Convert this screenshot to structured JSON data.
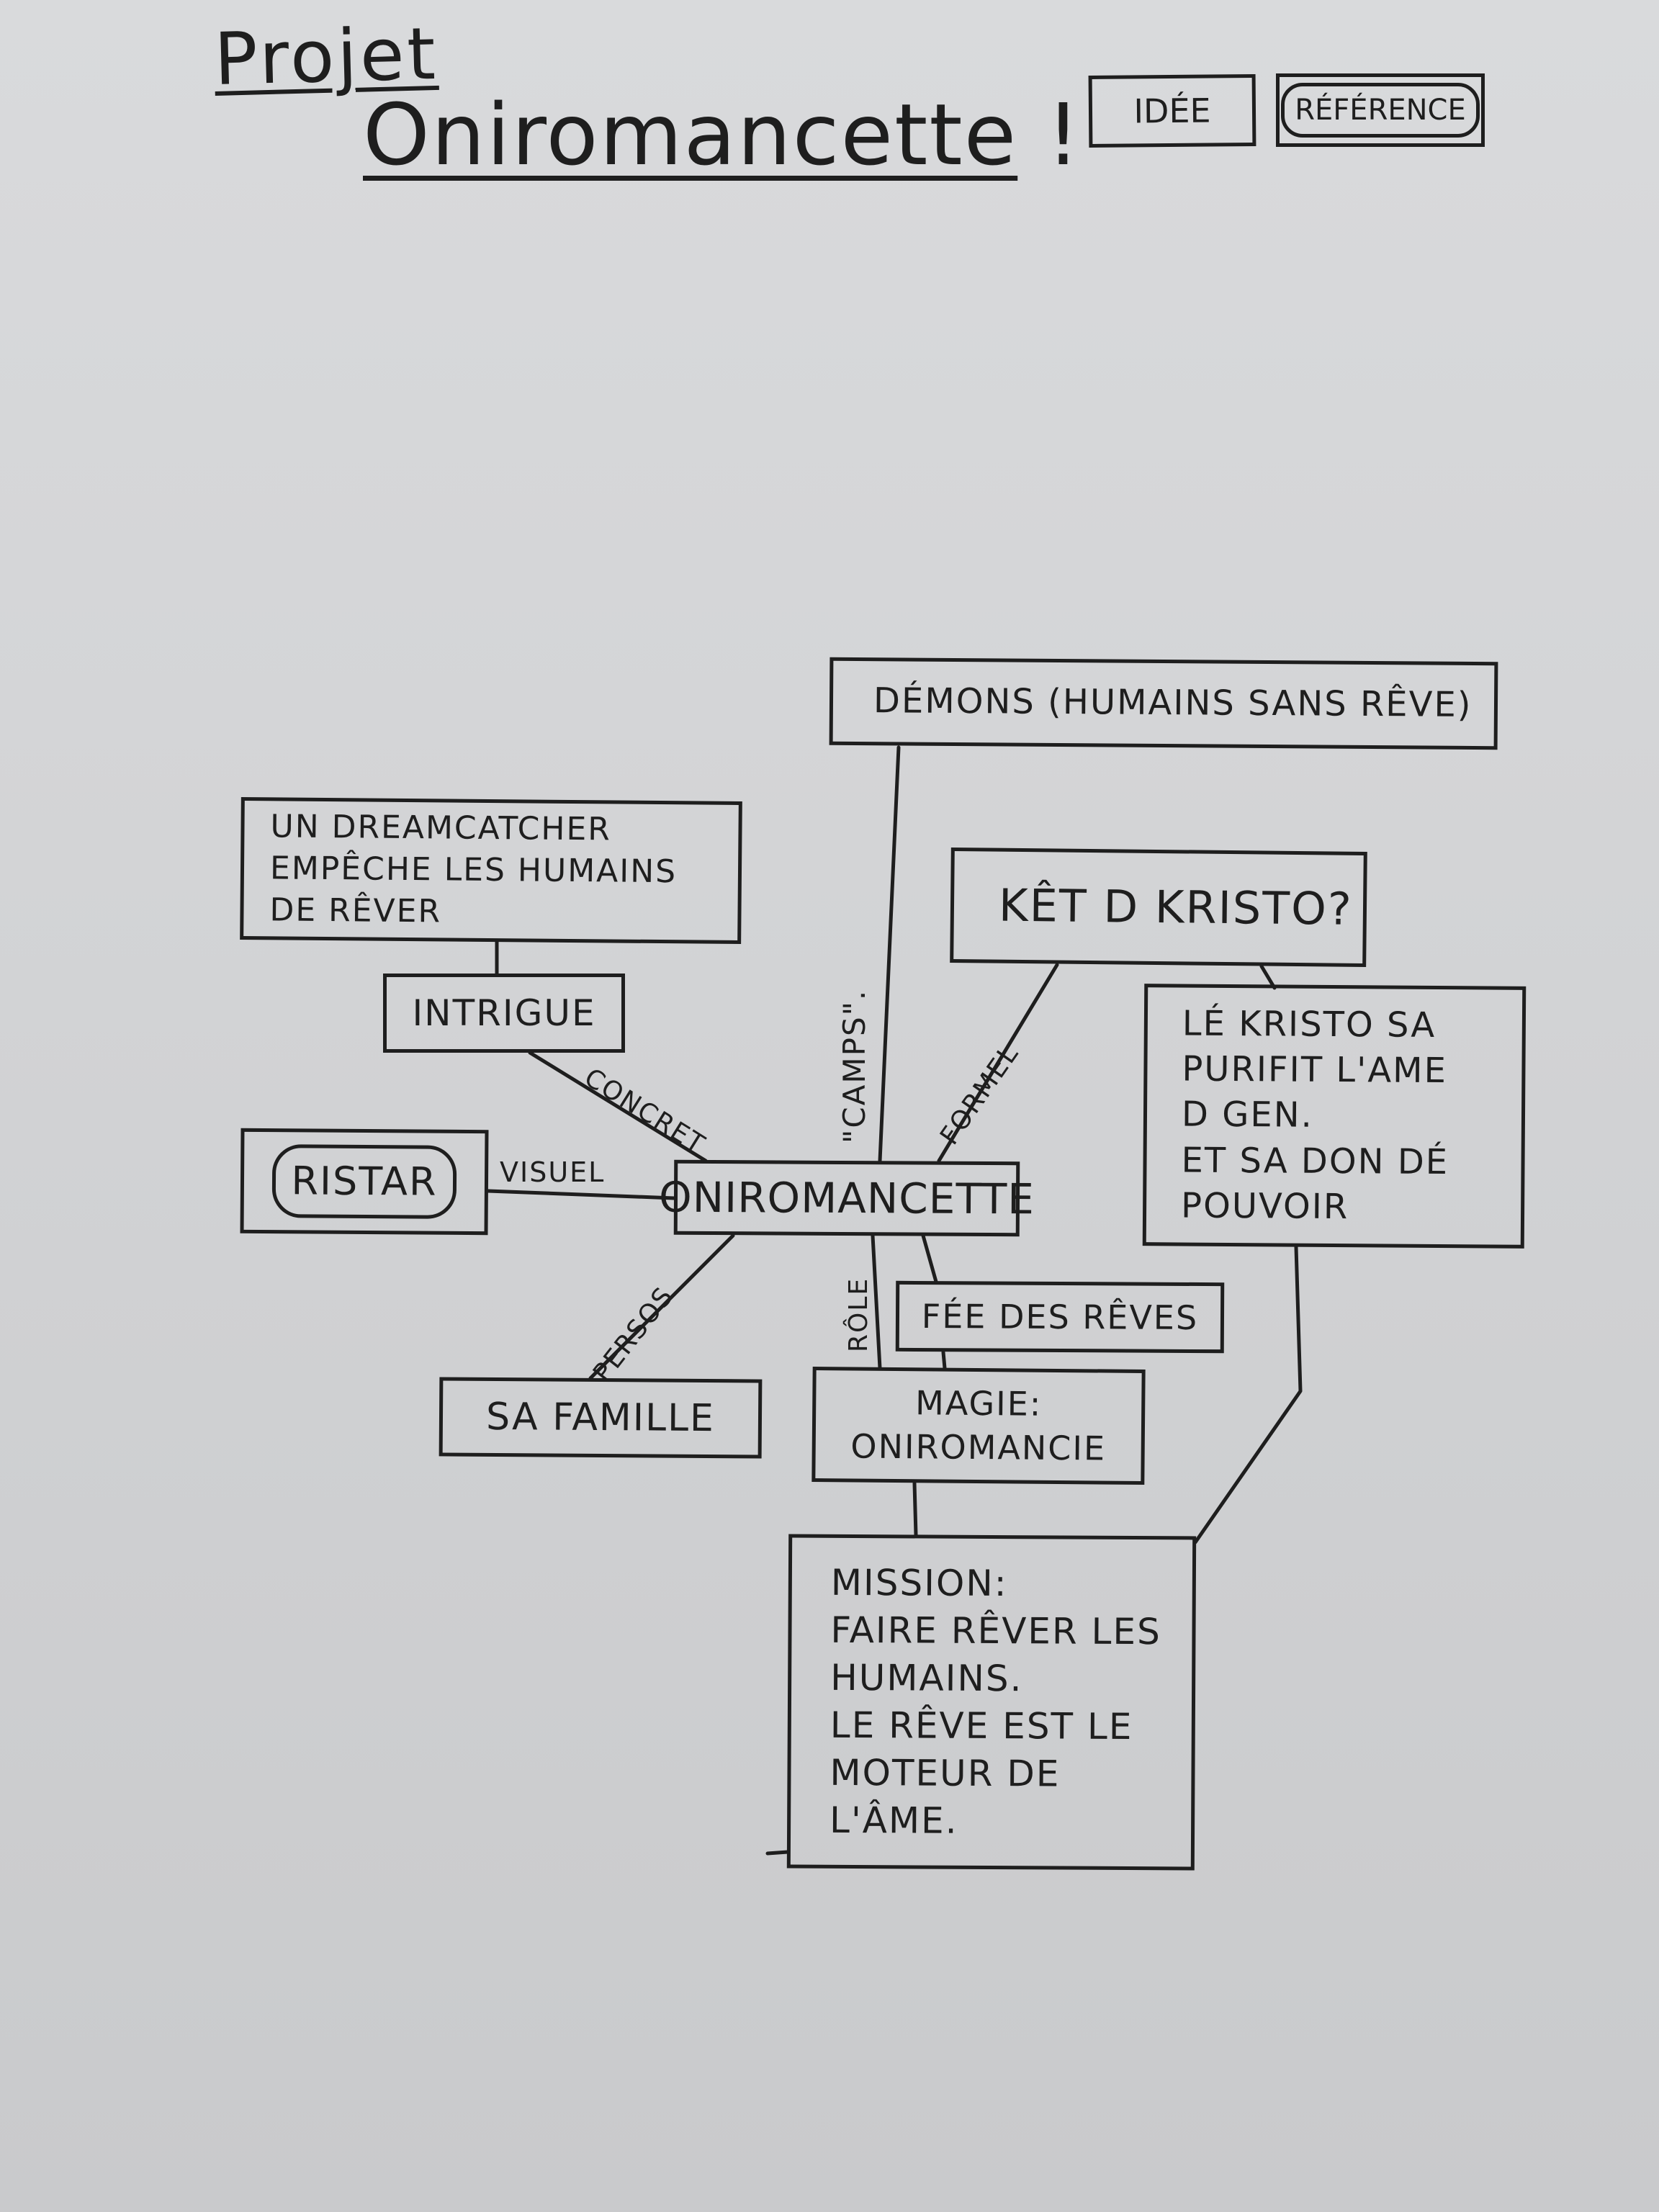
{
  "title": {
    "line1": "Projet",
    "line2": "Oniromancette",
    "exclamation": "!"
  },
  "legend": {
    "idea": "IDÉE",
    "reference": "RÉFÉRENCE"
  },
  "nodes": {
    "demons": "DÉMONS (HUMAINS SANS RÊVE)",
    "dreamcatcher": "UN DREAMCATCHER\nEMPÊCHE LES HUMAINS\nDE RÊVER",
    "ket": "KÊT D KRISTO?",
    "intrigue": "INTRIGUE",
    "kristo": "LÉ KRISTO SA\nPURIFIT L'AME\nD GEN.\nET SA DON DÉ\nPOUVOIR",
    "ristar": "RISTAR",
    "center": "ONIROMANCETTE",
    "fee": "FÉE DES RÊVES",
    "magie": "MAGIE:\nONIROMANCIE",
    "famille": "SA FAMILLE",
    "mission": "MISSION:\nFAIRE RÊVER LES\nHUMAINS.\nLE RÊVE EST LE\nMOTEUR DE\nL'ÂME."
  },
  "edge_labels": {
    "concret": "CONCRET",
    "camps": "\"CAMPS\".",
    "formel": "FORMEL",
    "visuel": "VISUEL",
    "persos": "PERSOS",
    "role": "RÔLE"
  },
  "colors": {
    "ink": "#1e1e1e",
    "paper": "#d2d3d5"
  }
}
